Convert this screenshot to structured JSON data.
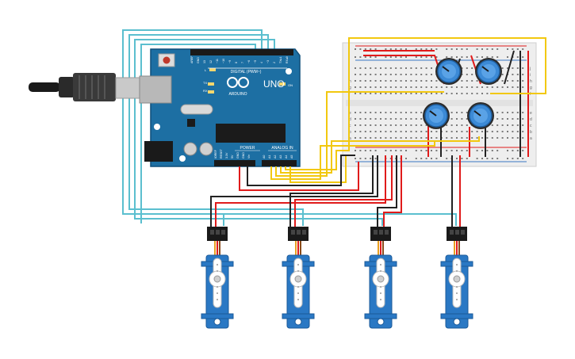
{
  "board": {
    "brand": "ARDUINO",
    "model": "UNO",
    "digital_label": "DIGITAL (PWM~)",
    "power_label": "POWER",
    "analog_label": "ANALOG IN",
    "tx_label": "TX",
    "rx_label": "RX",
    "on_label": "ON",
    "l_label": "L",
    "digital_pins": [
      "AREF",
      "GND",
      "13",
      "12",
      "~11",
      "~10",
      "~9",
      "8",
      "7",
      "~6",
      "~5",
      "4",
      "~3",
      "2",
      "TX▸1",
      "RX◂0"
    ],
    "power_pins": [
      "IOREF",
      "RESET",
      "3.3V",
      "5V",
      "GND",
      "GND",
      "Vin"
    ],
    "analog_pins": [
      "A0",
      "A1",
      "A2",
      "A3",
      "A4",
      "A5"
    ]
  },
  "breadboard": {
    "row_letters_top": [
      "j",
      "i",
      "h",
      "g",
      "f"
    ],
    "row_letters_bottom": [
      "e",
      "d",
      "c",
      "b",
      "a"
    ]
  },
  "components": {
    "potentiometers": 4,
    "servos": 4
  },
  "colors": {
    "board": "#1d6fa3",
    "wire_signal": "#f2c80f",
    "wire_power": "#e01b1b",
    "wire_ground": "#222222",
    "wire_cyan": "#5bbfcf",
    "servo": "#2a78c4",
    "pot": "#3c8ad6"
  }
}
